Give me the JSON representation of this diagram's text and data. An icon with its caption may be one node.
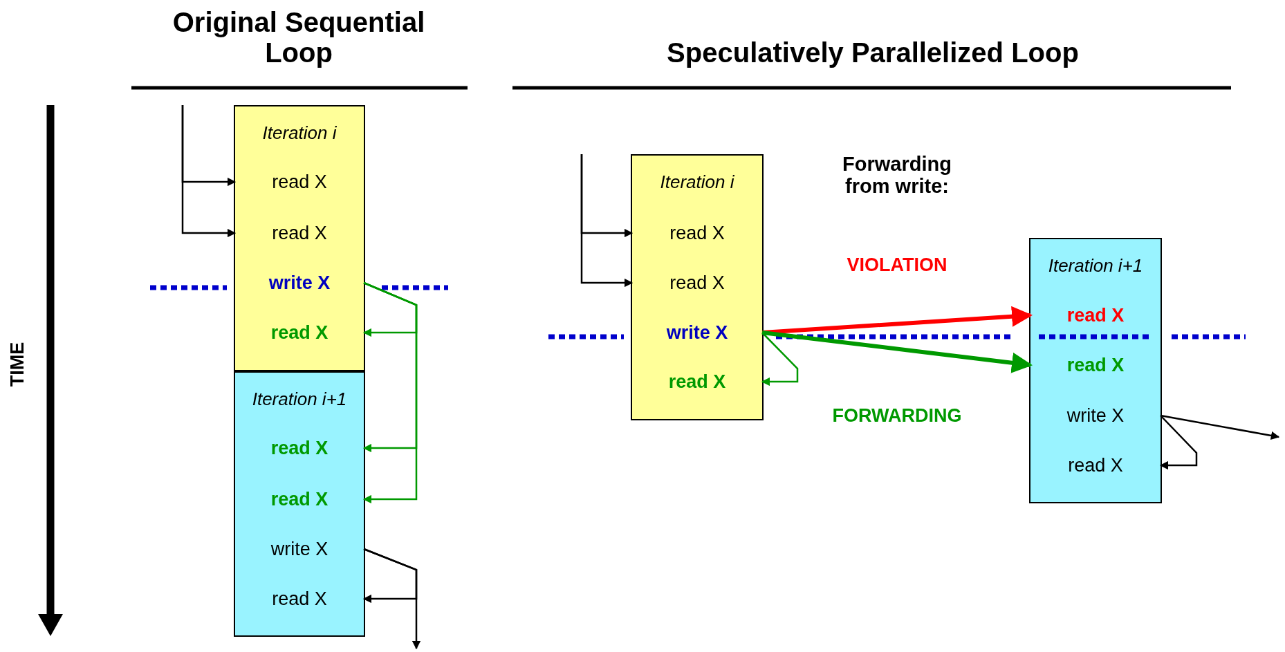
{
  "diagram": {
    "nodes": [
      {
        "text": [
          "Iteration i"
        ]
      },
      {
        "text": [
          "read X"
        ],
        "in": 0
      },
      {
        "text": [
          "read X"
        ],
        "in": 0
      },
      {
        "text": [
          "write X"
        ],
        "in": 0
      },
      {
        "text": [
          "read X"
        ],
        "in": 0
      },
      {
        "text": [
          "Iteration i+1"
        ]
      },
      {
        "text": [
          "read X"
        ],
        "in": 5
      },
      {
        "text": [
          "read X"
        ],
        "in": 5
      },
      {
        "text": [
          "write X"
        ],
        "in": 5
      },
      {
        "text": [
          "read X"
        ],
        "in": 5
      },
      {
        "text": [
          "Iteration i"
        ]
      },
      {
        "text": [
          "read X"
        ],
        "in": 10
      },
      {
        "text": [
          "read X"
        ],
        "in": 10
      },
      {
        "text": [
          "write X"
        ],
        "in": 10
      },
      {
        "text": [
          "read X"
        ],
        "in": 10
      },
      {
        "text": [
          "Iteration i+1"
        ]
      },
      {
        "text": [
          "read X"
        ],
        "in": 15
      },
      {
        "text": [
          "read X"
        ],
        "in": 15
      },
      {
        "text": [
          "write X"
        ],
        "in": 15
      },
      {
        "text": [
          "read X"
        ],
        "in": 15
      }
    ],
    "edges": [
      {
        "from": null,
        "to": 1,
        "arrow": "to"
      },
      {
        "from": null,
        "to": 2,
        "arrow": "to"
      },
      {
        "from": 3,
        "to": 4,
        "arrow": "to",
        "color": "#009900"
      },
      {
        "from": 3,
        "to": 6,
        "arrow": "to",
        "color": "#009900"
      },
      {
        "from": 3,
        "to": 7,
        "arrow": "to",
        "color": "#009900"
      },
      {
        "from": 8,
        "to": 9,
        "arrow": "to"
      },
      {
        "from": 8,
        "to": null,
        "arrow": "to"
      },
      {
        "from": null,
        "to": 11,
        "arrow": "to"
      },
      {
        "from": null,
        "to": 12,
        "arrow": "to"
      },
      {
        "from": 13,
        "to": 16,
        "arrow": "to",
        "label": "VIOLATION",
        "style": "thick",
        "color": "#ff0000"
      },
      {
        "from": 13,
        "to": 17,
        "arrow": "to",
        "label": "FORWARDING",
        "style": "thick",
        "color": "#009900"
      },
      {
        "from": 13,
        "to": 14,
        "arrow": "to",
        "color": "#009900"
      },
      {
        "from": 18,
        "to": null,
        "arrow": "to"
      },
      {
        "from": 18,
        "to": 19,
        "arrow": "to"
      }
    ],
    "labels": [
      "Original Sequential Loop",
      "Speculatively Parallelized Loop",
      "TIME",
      "Forwarding from write:"
    ]
  }
}
